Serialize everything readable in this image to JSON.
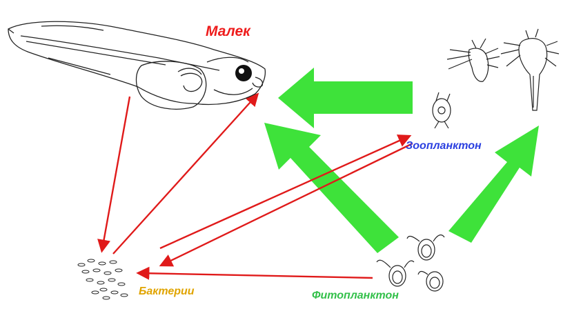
{
  "labels": {
    "fry": "Малек",
    "zooplankton": "Зоопланктон",
    "bacteria": "Бактерии",
    "phytoplankton": "Фитопланктон"
  },
  "colors": {
    "fry": "#ee1c1c",
    "zooplankton": "#2a3fe0",
    "bacteria": "#e0a400",
    "phytoplankton": "#33c04a",
    "big_arrow": "#3ee23a",
    "thin_arrow": "#e01a1a"
  },
  "icons": [
    "fish-larva-icon",
    "zooplankton-icon",
    "phytoplankton-icon",
    "bacteria-icon"
  ]
}
